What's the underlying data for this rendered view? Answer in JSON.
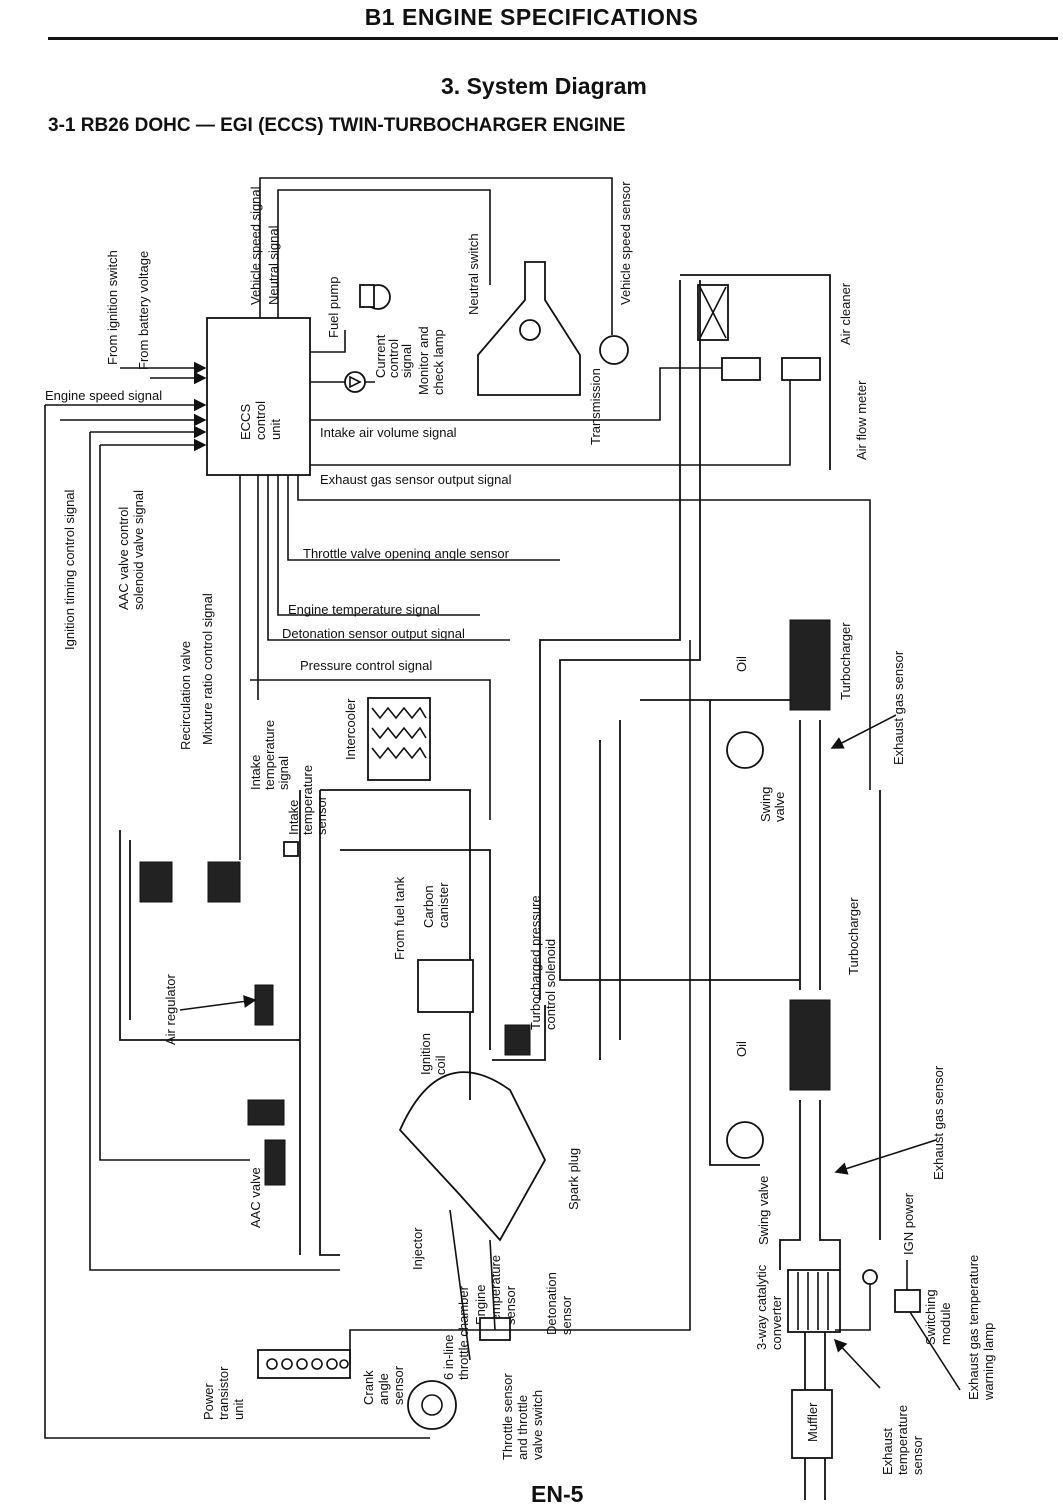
{
  "header": {
    "title": "B1 ENGINE SPECIFICATIONS"
  },
  "section": {
    "title": "3. System Diagram"
  },
  "subsection": {
    "title": "3-1 RB26 DOHC — EGI (ECCS) TWIN-TURBOCHARGER ENGINE"
  },
  "page": {
    "number": "EN-5"
  },
  "diagram": {
    "ecu": [
      "ECCS",
      "control",
      "unit"
    ],
    "labels": {
      "vehicle_speed_signal": "Vehicle speed signal",
      "neutral_signal": "Neutral signal",
      "from_ignition_switch": "From ignition switch",
      "from_battery_voltage": "From battery voltage",
      "engine_speed_signal": "Engine speed signal",
      "fuel_pump": "Fuel pump",
      "current_control_signal": [
        "Current",
        "control",
        "signal"
      ],
      "monitor_check_lamp": [
        "Monitor and",
        "check lamp"
      ],
      "neutral_switch": "Neutral switch",
      "vehicle_speed_sensor": "Vehicle speed sensor",
      "transmission": "Transmission",
      "air_cleaner": "Air cleaner",
      "air_flow_meter": "Air flow meter",
      "intake_air_volume_signal": "Intake air volume signal",
      "exhaust_gas_sensor_output_signal": "Exhaust gas sensor output signal",
      "ignition_timing_control_signal": "Ignition timing control signal",
      "aac_valve_control": [
        "AAC valve control",
        "solenoid valve signal"
      ],
      "throttle_valve_opening_angle_sensor": "Throttle valve opening angle sensor",
      "mixture_ratio_control_signal": "Mixture ratio control signal",
      "engine_temperature_signal": "Engine temperature signal",
      "detonation_sensor_output_signal": "Detonation sensor output signal",
      "pressure_control_signal": "Pressure control signal",
      "recirculation_valve": "Recirculation valve",
      "intake_temperature_signal": [
        "Intake",
        "temperature",
        "signal"
      ],
      "intake_temperature_sensor": [
        "Intake",
        "temperature",
        "sensor"
      ],
      "intercooler": "Intercooler",
      "oil": "Oil",
      "turbocharger": "Turbocharger",
      "exhaust_gas_sensor": "Exhaust gas sensor",
      "swing_valve": [
        "Swing",
        "valve"
      ],
      "turbocharged_pressure_control_solenoid": [
        "Turbocharged pressure",
        "control solenoid"
      ],
      "from_fuel_tank": "From fuel tank",
      "carbon_canister": [
        "Carbon",
        "canister"
      ],
      "air_regulator": "Air regulator",
      "ignition_coil": [
        "Ignition",
        "coil"
      ],
      "spark_plug": "Spark plug",
      "aac_valve": "AAC valve",
      "injector": "Injector",
      "six_inline_throttle_chamber": [
        "6 in-line",
        "throttle chamber"
      ],
      "engine_temperature_sensor": [
        "Engine",
        "temperature",
        "sensor"
      ],
      "detonation_sensor": [
        "Detonation",
        "sensor"
      ],
      "throttle_sensor": [
        "Throttle sensor",
        "and throttle",
        "valve switch"
      ],
      "swing_valve_lower": "Swing valve",
      "ign_power": "IGN power",
      "three_way_catalytic_converter": [
        "3-way catalytic",
        "converter"
      ],
      "switching_module": [
        "Switching",
        "module"
      ],
      "exhaust_gas_temperature_warning_lamp": [
        "Exhaust gas temperature",
        "warning lamp"
      ],
      "power_transistor_unit": [
        "Power",
        "transistor",
        "unit"
      ],
      "crank_angle_sensor": [
        "Crank",
        "angle",
        "sensor"
      ],
      "muffler": "Muffler",
      "exhaust_temperature_sensor": [
        "Exhaust",
        "temperature",
        "sensor"
      ]
    }
  }
}
